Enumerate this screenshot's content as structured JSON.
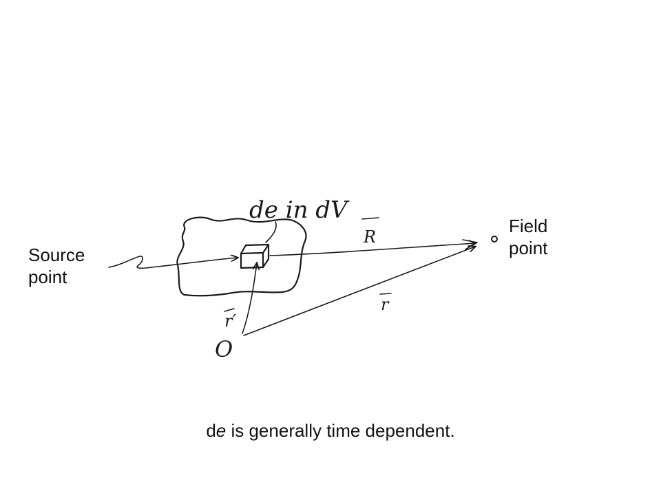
{
  "labels": {
    "source_line1": "Source",
    "source_line2": "point",
    "field_line1": "Field",
    "field_line2": "point"
  },
  "handwritten": {
    "element": "de in dV",
    "vec_R": "R",
    "vec_r": "r",
    "vec_r_prime": "r′",
    "origin": "O"
  },
  "caption": {
    "prefix": "de",
    "rest": " is generally time dependent."
  }
}
